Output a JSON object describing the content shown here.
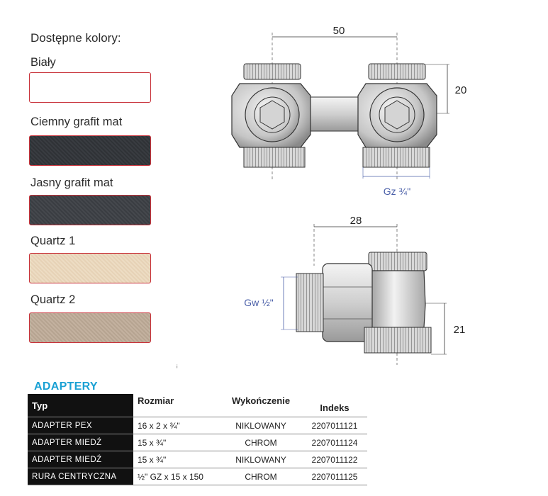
{
  "colors_section": {
    "title": "Dostępne kolory:",
    "items": [
      {
        "label": "Biały",
        "swatch": "#ffffff"
      },
      {
        "label": "Ciemny grafit mat",
        "swatch": "#33363a"
      },
      {
        "label": "Jasny grafit mat",
        "swatch": "#404347"
      },
      {
        "label": "Quartz 1",
        "swatch": "#e9d6bb"
      },
      {
        "label": "Quartz 2",
        "swatch": "#bba994"
      }
    ],
    "border_color": "#c8323a"
  },
  "drawing": {
    "dim_top_width": "50",
    "dim_top_height": "20",
    "dim_top_thread": "Gz ¾\"",
    "dim_side_width": "28",
    "dim_side_thread": "Gw ½\"",
    "dim_side_height": "21"
  },
  "table": {
    "title": "ADAPTERY",
    "title_color": "#1aa1d4",
    "headers": {
      "typ": "Typ",
      "rozmiar": "Rozmiar",
      "wykonczenie": "Wykończenie",
      "indeks": "Indeks"
    },
    "rows": [
      {
        "typ": "ADAPTER PEX",
        "rozmiar": "16 x 2 x ¾\"",
        "wykonczenie": "NIKLOWANY",
        "indeks": "2207011121"
      },
      {
        "typ": "ADAPTER MIEDŹ",
        "rozmiar": "15 x ¾\"",
        "wykonczenie": "CHROM",
        "indeks": "2207011124"
      },
      {
        "typ": "ADAPTER MIEDŹ",
        "rozmiar": "15 x ¾\"",
        "wykonczenie": "NIKLOWANY",
        "indeks": "2207011122"
      },
      {
        "typ": "RURA CENTRYCZNA",
        "rozmiar": "½\" GZ x 15 x 150",
        "wykonczenie": "CHROM",
        "indeks": "2207011125"
      }
    ]
  }
}
